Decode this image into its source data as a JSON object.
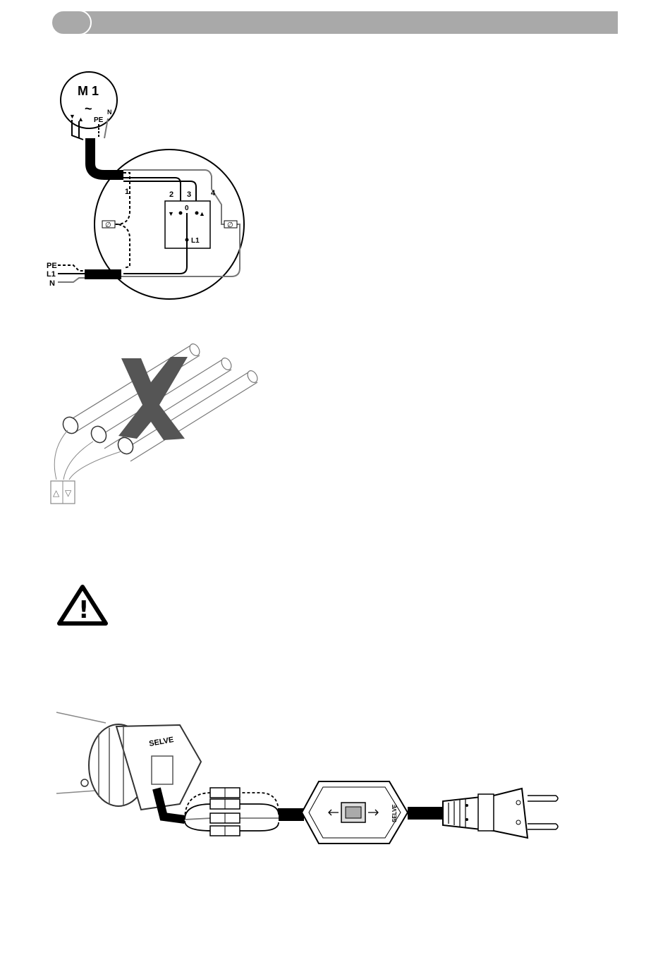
{
  "wiring_diagram": {
    "motor_label": "M 1",
    "motor_symbol": "~",
    "motor_pe": "PE",
    "motor_n": "N",
    "terminal_1": "1",
    "terminal_2": "2",
    "terminal_3": "3",
    "terminal_4": "4",
    "switch_zero": "0",
    "switch_l1": "L1",
    "mains_pe": "PE",
    "mains_l1": "L1",
    "mains_n": "N",
    "switch_up_symbol": "▲",
    "switch_down_symbol": "▼",
    "terminal_clamp_symbol": "∅"
  },
  "parallel_warning_illustration": {
    "up_key": "△",
    "down_key": "▽"
  },
  "caution_icon": {
    "glyph": "!"
  },
  "cable_illustration": {
    "brand": "SELVE",
    "brand_on_box": "SELVE"
  },
  "colors": {
    "header_gray": "#a9a9a9",
    "cross_gray": "#555555",
    "line_black": "#000000"
  }
}
